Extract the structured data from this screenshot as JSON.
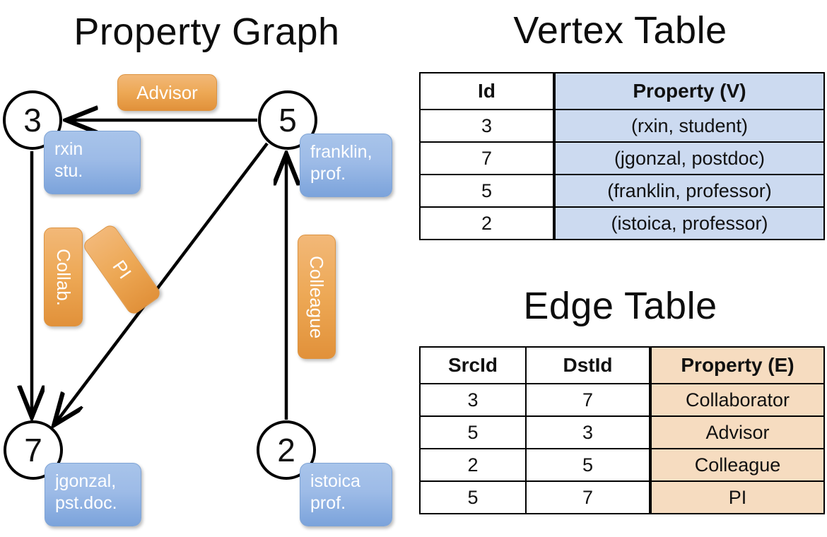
{
  "panels": {
    "graph_title": "Property Graph",
    "vertex_table_title": "Vertex Table",
    "edge_table_title": "Edge Table"
  },
  "graph": {
    "nodes": [
      {
        "id": "3",
        "property": "rxin\nstu."
      },
      {
        "id": "5",
        "property": "franklin,\nprof."
      },
      {
        "id": "7",
        "property": "jgonzal,\npst.doc."
      },
      {
        "id": "2",
        "property": "istoica\nprof."
      }
    ],
    "edge_labels": {
      "advisor": "Advisor",
      "collaborator": "Collab.",
      "pi": "PI",
      "colleague": "Colleague"
    },
    "edges": [
      {
        "src": "5",
        "dst": "3",
        "label": "Advisor"
      },
      {
        "src": "3",
        "dst": "7",
        "label": "Collab."
      },
      {
        "src": "5",
        "dst": "7",
        "label": "PI"
      },
      {
        "src": "2",
        "dst": "5",
        "label": "Colleague"
      }
    ]
  },
  "vertex_table": {
    "headers": [
      "Id",
      "Property (V)"
    ],
    "rows": [
      {
        "id": "3",
        "property": "(rxin, student)"
      },
      {
        "id": "7",
        "property": "(jgonzal, postdoc)"
      },
      {
        "id": "5",
        "property": "(franklin, professor)"
      },
      {
        "id": "2",
        "property": "(istoica, professor)"
      }
    ]
  },
  "edge_table": {
    "headers": [
      "SrcId",
      "DstId",
      "Property (E)"
    ],
    "rows": [
      {
        "src": "3",
        "dst": "7",
        "property": "Collaborator"
      },
      {
        "src": "5",
        "dst": "3",
        "property": "Advisor"
      },
      {
        "src": "2",
        "dst": "5",
        "property": "Colleague"
      },
      {
        "src": "5",
        "dst": "7",
        "property": "PI"
      }
    ]
  },
  "colors": {
    "vertex_fill": "#ccdaf0",
    "edge_fill": "#f6dcc0",
    "node_callout_blue": "#9dbbe7",
    "edge_chip_orange": "#eda855",
    "stroke": "#000000",
    "background": "#ffffff"
  }
}
